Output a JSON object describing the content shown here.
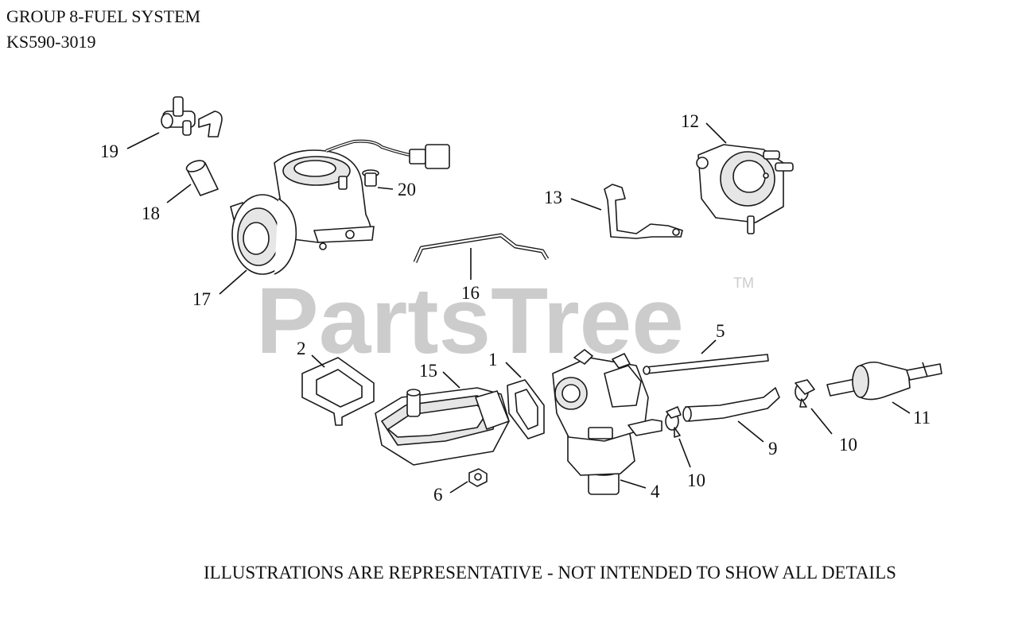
{
  "header": {
    "title": "GROUP 8-FUEL SYSTEM",
    "model": "KS590-3019"
  },
  "watermark": {
    "text": "PartsTree",
    "tm": "TM"
  },
  "footer": {
    "note": "ILLUSTRATIONS ARE REPRESENTATIVE - NOT INTENDED TO SHOW ALL DETAILS"
  },
  "callouts": {
    "c1": "1",
    "c2": "2",
    "c4": "4",
    "c5": "5",
    "c6": "6",
    "c9": "9",
    "c10a": "10",
    "c10b": "10",
    "c11": "11",
    "c12": "12",
    "c13": "13",
    "c15": "15",
    "c16": "16",
    "c17": "17",
    "c18": "18",
    "c19": "19",
    "c20": "20"
  }
}
